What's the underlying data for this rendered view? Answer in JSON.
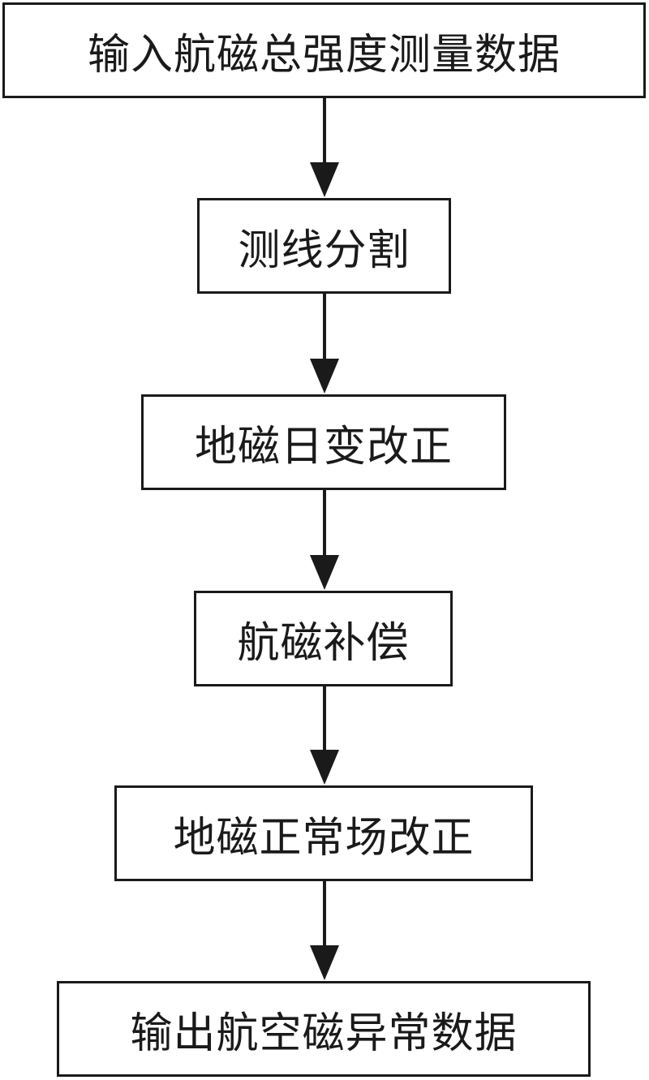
{
  "flowchart": {
    "steps": [
      {
        "label": "输入航磁总强度测量数据"
      },
      {
        "label": "测线分割"
      },
      {
        "label": "地磁日变改正"
      },
      {
        "label": "航磁补偿"
      },
      {
        "label": "地磁正常场改正"
      },
      {
        "label": "输出航空磁异常数据"
      }
    ]
  },
  "colors": {
    "stroke": "#1a1a1a",
    "background": "#ffffff"
  }
}
